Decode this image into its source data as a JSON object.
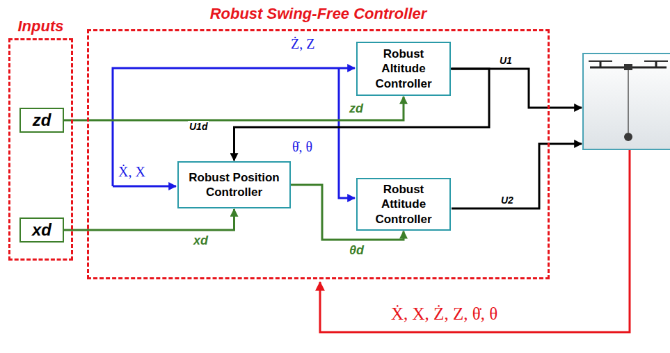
{
  "diagram": {
    "nodes": [
      {
        "text": [
          "Inputs"
        ]
      },
      {
        "text": [
          "zd"
        ],
        "in": 0
      },
      {
        "text": [
          "xd"
        ],
        "in": 0
      },
      {
        "text": [
          "Robust Swing-Free Controller"
        ]
      },
      {
        "text": [
          "Robust Altitude Controller"
        ],
        "in": 3
      },
      {
        "text": [
          "Robust Position Controller"
        ],
        "in": 3
      },
      {
        "text": [
          "Robust Attitude Controller"
        ],
        "in": 3
      }
    ],
    "edges": [
      {
        "from": 1,
        "to": 4,
        "arrow": "to",
        "label": "zd"
      },
      {
        "from": 2,
        "to": 5,
        "arrow": "to",
        "label": "xd"
      },
      {
        "from": 5,
        "to": 6,
        "arrow": "to",
        "label": "θd"
      },
      {
        "from": 4,
        "to": 5,
        "arrow": "to",
        "label": "U1d"
      }
    ],
    "labels": [
      "Ż, Z",
      "U1",
      "θ̇, θ",
      "Ẋ, X",
      "U2",
      "Ẋ, X, Ż, Z, θ̇, θ"
    ]
  }
}
